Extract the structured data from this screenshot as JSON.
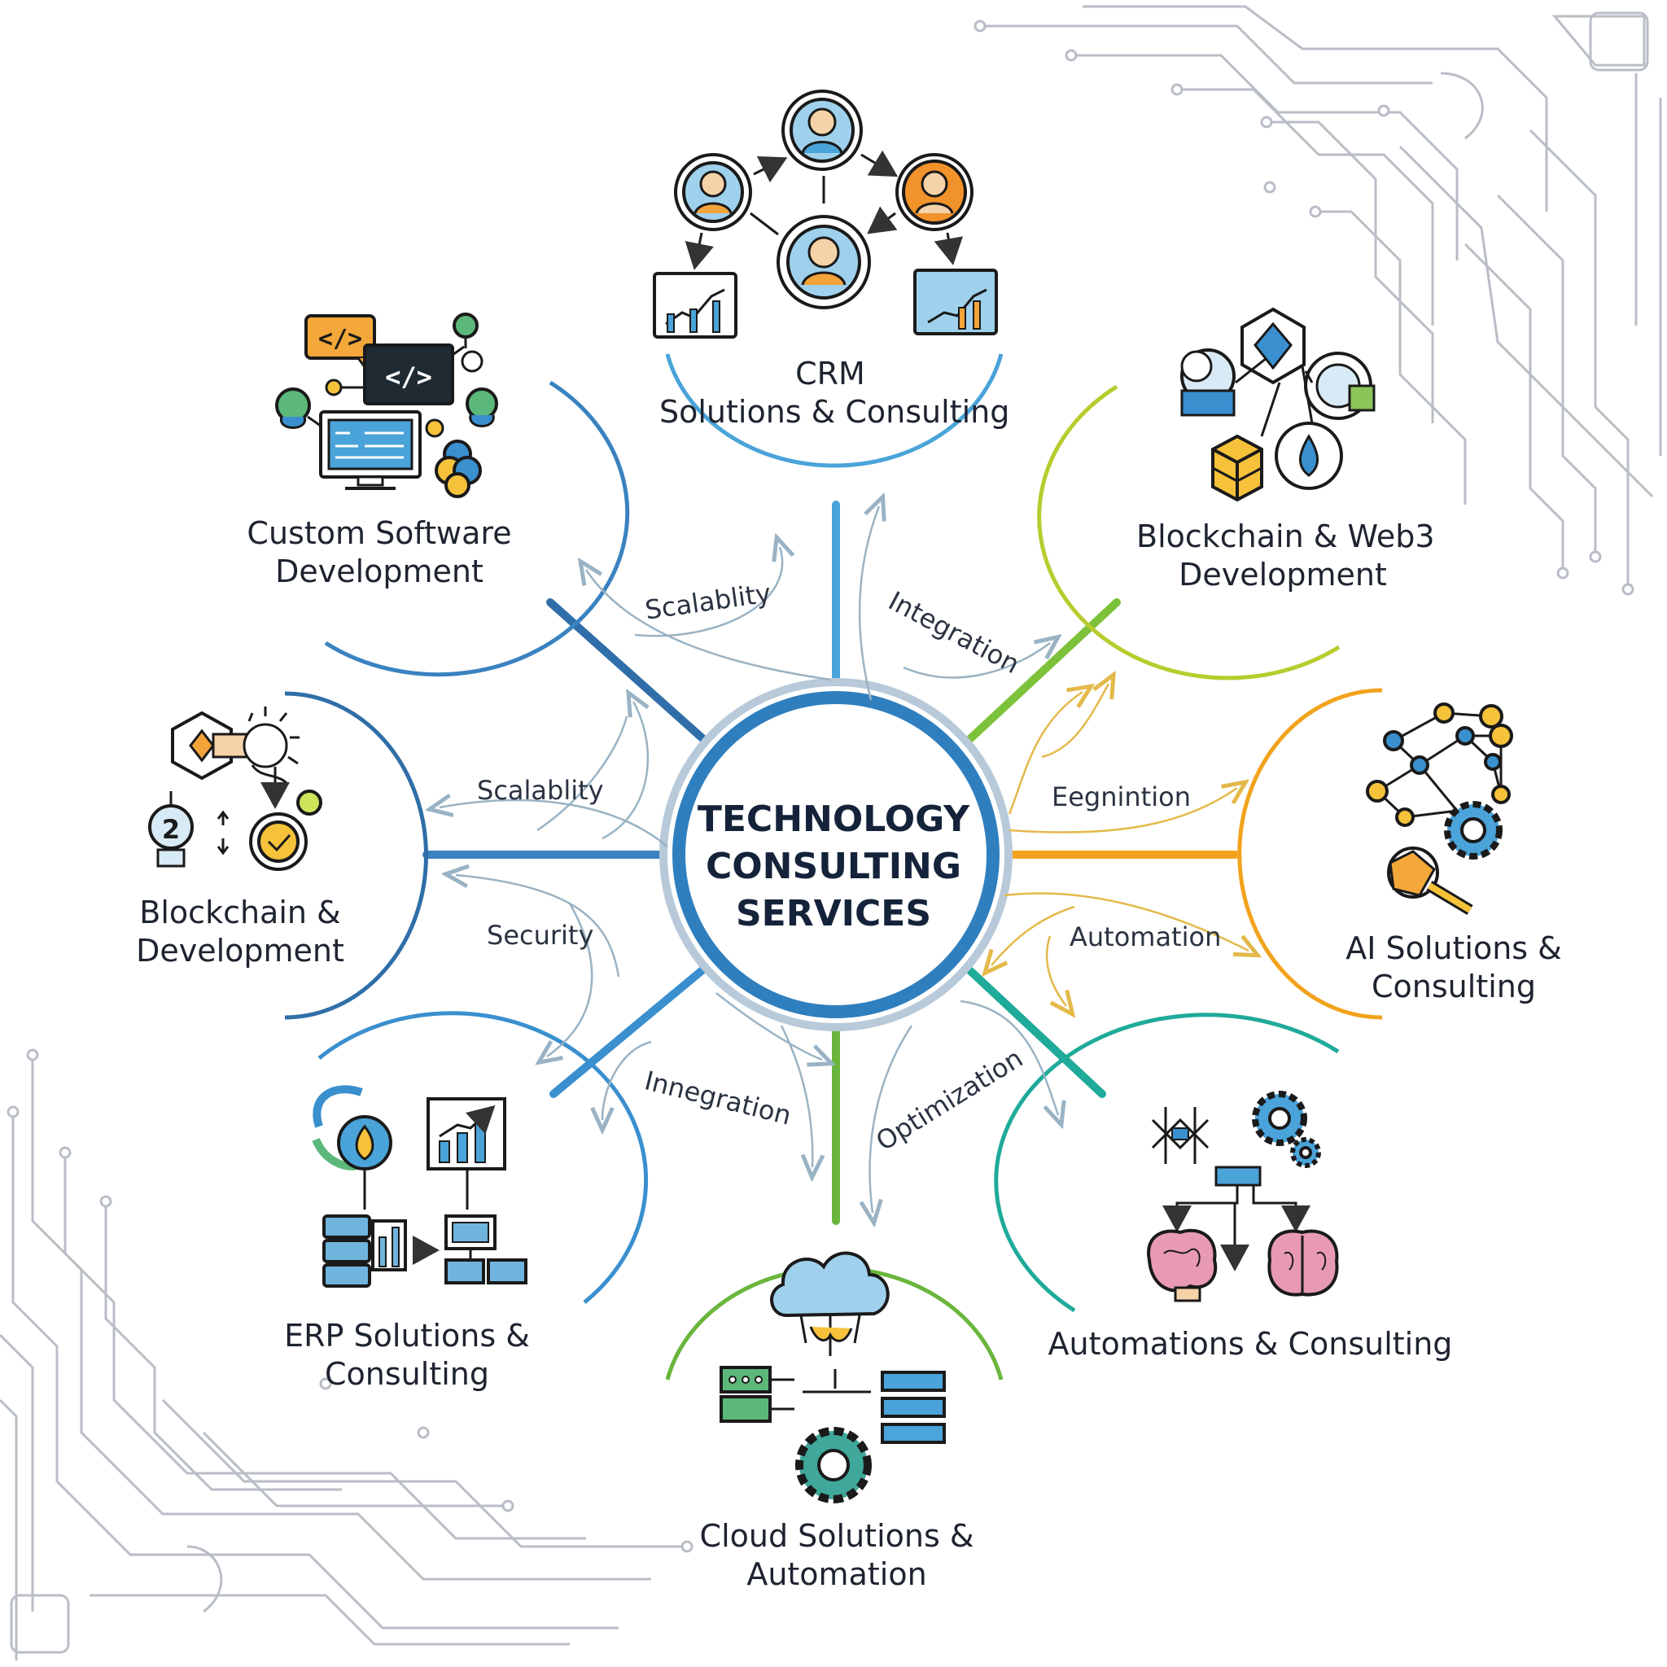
{
  "center": {
    "lines": [
      "TECHNOLOGY",
      "CONSULTING",
      "SERVICES"
    ],
    "ring_color": "#2f7fbf"
  },
  "services": [
    {
      "id": "crm",
      "icon": "crm-people-network-icon",
      "color": "#4aa3d9",
      "lines": [
        "CRM",
        "Solutions & Consulting"
      ]
    },
    {
      "id": "blockchain-web3",
      "icon": "blockchain-web3-icon",
      "color": "#b7cc2e",
      "lines": [
        "Blockchain & Web3",
        "Development"
      ]
    },
    {
      "id": "ai",
      "icon": "ai-network-gear-icon",
      "color": "#f2a31e",
      "lines": [
        "AI Solutions &",
        "Consulting"
      ]
    },
    {
      "id": "automations",
      "icon": "automation-brain-gear-icon",
      "color": "#1faa9a",
      "lines": [
        "Automations & Consulting"
      ]
    },
    {
      "id": "cloud",
      "icon": "cloud-server-gear-icon",
      "color": "#6ab63c",
      "lines": [
        "Cloud Solutions &",
        "Automation"
      ]
    },
    {
      "id": "erp",
      "icon": "erp-database-chart-icon",
      "color": "#3a8fcf",
      "lines": [
        "ERP Solutions &",
        "Consulting"
      ]
    },
    {
      "id": "blockchain-dev",
      "icon": "blockchain-key-coin-icon",
      "color": "#2f6ea8",
      "lines": [
        "Blockchain &",
        "Development"
      ]
    },
    {
      "id": "custom-software",
      "icon": "code-window-icon",
      "color": "#3a82c0",
      "lines": [
        "Custom Software",
        "Development"
      ]
    }
  ],
  "flows": [
    {
      "id": "scalability-top",
      "text": "Scalablity"
    },
    {
      "id": "integration-top",
      "text": "Integration"
    },
    {
      "id": "eegnintion",
      "text": "Eegnintion"
    },
    {
      "id": "automation",
      "text": "Automation"
    },
    {
      "id": "optimization",
      "text": "Optimization"
    },
    {
      "id": "innegration",
      "text": "Innegration"
    },
    {
      "id": "security",
      "text": "Security"
    },
    {
      "id": "scalablity-left",
      "text": "Scalablity"
    }
  ],
  "colors": {
    "circuit": "#b9bec6",
    "flow_arrow": "#9ab3c4",
    "text": "#1e2330"
  }
}
